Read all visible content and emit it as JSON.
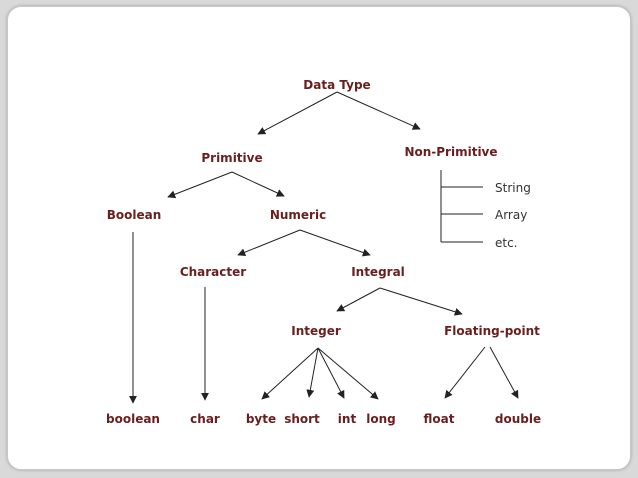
{
  "nodes": {
    "data_type": "Data Type",
    "primitive": "Primitive",
    "non_primitive": "Non-Primitive",
    "boolean_cat": "Boolean",
    "numeric": "Numeric",
    "character": "Character",
    "integral": "Integral",
    "integer": "Integer",
    "floating_point": "Floating-point",
    "boolean": "boolean",
    "char": "char",
    "byte": "byte",
    "short": "short",
    "int": "int",
    "long": "long",
    "float": "float",
    "double": "double"
  },
  "non_primitive_items": [
    "String",
    "Array",
    "etc."
  ],
  "edges": [
    [
      "data_type",
      "primitive"
    ],
    [
      "data_type",
      "non_primitive"
    ],
    [
      "primitive",
      "boolean_cat"
    ],
    [
      "primitive",
      "numeric"
    ],
    [
      "numeric",
      "character"
    ],
    [
      "numeric",
      "integral"
    ],
    [
      "integral",
      "integer"
    ],
    [
      "integral",
      "floating_point"
    ],
    [
      "boolean_cat",
      "boolean"
    ],
    [
      "character",
      "char"
    ],
    [
      "integer",
      "byte"
    ],
    [
      "integer",
      "short"
    ],
    [
      "integer",
      "int"
    ],
    [
      "integer",
      "long"
    ],
    [
      "floating_point",
      "float"
    ],
    [
      "floating_point",
      "double"
    ]
  ],
  "colors": {
    "node_text": "#6b1e1e",
    "list_text": "#333333",
    "lines": "#222222"
  }
}
